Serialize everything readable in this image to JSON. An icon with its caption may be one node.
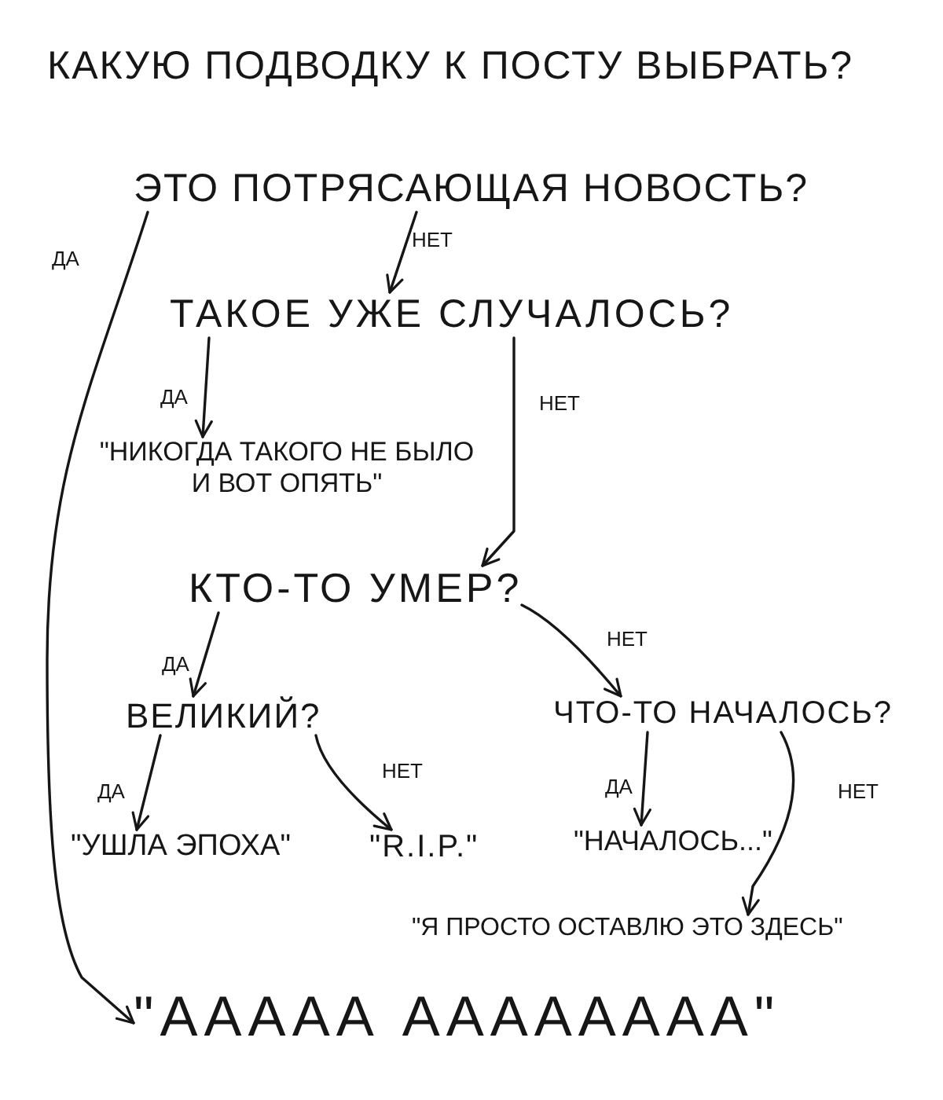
{
  "diagram": {
    "title": "КАКУЮ ПОДВОДКУ К ПОСТУ ВЫБРАТЬ?",
    "nodes": [
      {
        "text": [
          "ЭТО ПОТРЯСАЮЩАЯ НОВОСТЬ?"
        ]
      },
      {
        "text": [
          "ТАКОЕ УЖЕ СЛУЧАЛОСЬ?"
        ]
      },
      {
        "text": [
          "\"НИКОГДА ТАКОГО НЕ БЫЛО И ВОТ ОПЯТЬ\""
        ]
      },
      {
        "text": [
          "КТО-ТО УМЕР?"
        ]
      },
      {
        "text": [
          "ВЕЛИКИЙ?"
        ]
      },
      {
        "text": [
          "ЧТО-ТО НАЧАЛОСЬ?"
        ]
      },
      {
        "text": [
          "\"УШЛА ЭПОХА\""
        ]
      },
      {
        "text": [
          "\"R.I.P.\""
        ]
      },
      {
        "text": [
          "\"НАЧАЛОСЬ...\""
        ]
      },
      {
        "text": [
          "\"Я ПРОСТО ОСТАВЛЮ ЭТО ЗДЕСЬ\""
        ]
      },
      {
        "text": [
          "\"ААААА АААААААА\""
        ]
      }
    ],
    "edges": [
      {
        "from": 0,
        "to": 10,
        "arrow": "to",
        "label": "ДА"
      },
      {
        "from": 0,
        "to": 1,
        "arrow": "to",
        "label": "НЕТ"
      },
      {
        "from": 1,
        "to": 2,
        "arrow": "to",
        "label": "ДА"
      },
      {
        "from": 1,
        "to": 3,
        "arrow": "to",
        "label": "НЕТ"
      },
      {
        "from": 3,
        "to": 4,
        "arrow": "to",
        "label": "ДА"
      },
      {
        "from": 3,
        "to": 5,
        "arrow": "to",
        "label": "НЕТ"
      },
      {
        "from": 4,
        "to": 6,
        "arrow": "to",
        "label": "ДА"
      },
      {
        "from": 4,
        "to": 7,
        "arrow": "to",
        "label": "НЕТ"
      },
      {
        "from": 5,
        "to": 8,
        "arrow": "to",
        "label": "ДА"
      },
      {
        "from": 5,
        "to": 9,
        "arrow": "to",
        "label": "НЕТ"
      }
    ]
  }
}
